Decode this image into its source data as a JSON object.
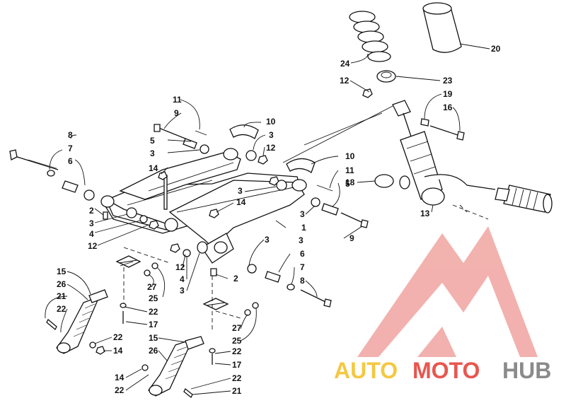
{
  "diagram": {
    "callouts": {
      "c1": "1",
      "c2a": "2",
      "c2b": "2",
      "c3a": "3",
      "c3b": "3",
      "c3c": "3",
      "c3d": "3",
      "c3e": "3",
      "c3f": "3",
      "c3g": "3",
      "c3h": "3",
      "c4a": "4",
      "c4b": "4",
      "c5a": "5",
      "c5b": "5",
      "c6a": "6",
      "c6b": "6",
      "c7a": "7",
      "c7b": "7",
      "c8a": "8",
      "c8b": "8",
      "c9a": "9",
      "c9b": "9",
      "c10a": "10",
      "c10b": "10",
      "c11a": "11",
      "c11b": "11",
      "c12a": "12",
      "c12b": "12",
      "c12c": "12",
      "c12d": "12",
      "c13": "13",
      "c14a": "14",
      "c14b": "14",
      "c14c": "14",
      "c14d": "14",
      "c15a": "15",
      "c15b": "15",
      "c16": "16",
      "c17a": "17",
      "c17b": "17",
      "c18": "18",
      "c19": "19",
      "c20": "20",
      "c21a": "21",
      "c21b": "21",
      "c22a": "22",
      "c22b": "22",
      "c22c": "22",
      "c22d": "22",
      "c22e": "22",
      "c22f": "22",
      "c23": "23",
      "c24": "24",
      "c25a": "25",
      "c25b": "25",
      "c26a": "26",
      "c26b": "26",
      "c27a": "27",
      "c27b": "27"
    }
  },
  "watermark": {
    "word_auto": "AUTO",
    "word_moto": "MOTO",
    "word_hub": "HUB",
    "color_auto": "#f5c842",
    "color_moto": "#e8564f",
    "color_hub": "#8a8a8a",
    "logo_color": "#e8564f"
  }
}
